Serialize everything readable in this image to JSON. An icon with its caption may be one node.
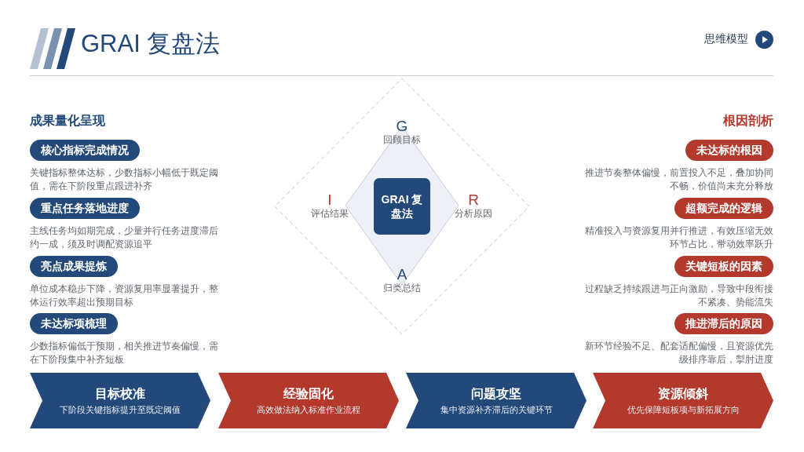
{
  "diagram": {
    "title": "GRAI 复盘法",
    "nodes": [
      {
        "text": [
          "核心指标完成情况"
        ],
        "beside": [
          "关键指标整体达标，少数指标小幅低于既定阈值，需在下阶段重点跟进补齐"
        ]
      },
      {
        "text": [
          "重点任务落地进度"
        ],
        "beside": [
          "主线任务均如期完成，少量并行任务进度滞后约一成，须及时调配资源追平"
        ]
      },
      {
        "text": [
          "亮点成果提炼"
        ],
        "beside": [
          "单位成本稳步下降，资源复用率显著提升，整体运行效率超出预期目标"
        ]
      },
      {
        "text": [
          "未达标项梳理"
        ],
        "beside": [
          "少数指标偏低于预期，相关推进节奏偏慢，需在下阶段集中补齐短板"
        ]
      },
      {
        "text": [
          "GRAI 复盘法"
        ]
      },
      {
        "text": [
          "未达标的根因"
        ],
        "beside": [
          "推进节奏整体偏慢，前置投入不足，叠加协同不畅，价值尚未充分释放"
        ]
      },
      {
        "text": [
          "超额完成的逻辑"
        ],
        "beside": [
          "精准投入与资源复用并行推进，有效压缩无效环节占比，带动效率跃升"
        ]
      },
      {
        "text": [
          "关键短板的因素"
        ],
        "beside": [
          "过程缺乏持续跟进与正向激励，导致中段衔接不紧凑、势能流失"
        ]
      },
      {
        "text": [
          "推进滞后的原因"
        ],
        "beside": [
          "新环节经验不足、配套适配偏慢，且资源优先级排序靠后，掣肘进度"
        ]
      },
      {
        "text": [
          "目标校准",
          "下阶段关键指标提升至既定阈值"
        ]
      },
      {
        "text": [
          "经验固化",
          "高效做法纳入标准作业流程"
        ]
      },
      {
        "text": [
          "问题攻坚",
          "集中资源补齐滞后的关键环节"
        ]
      },
      {
        "text": [
          "资源倾斜",
          "优先保障短板项与新拓展方向"
        ]
      }
    ],
    "labels": [
      "思维模型",
      "成果量化呈现",
      "根因剖析",
      "G",
      "回顾目标",
      "I",
      "评估结果",
      "R",
      "分析原因",
      "A",
      "归类总结"
    ]
  }
}
